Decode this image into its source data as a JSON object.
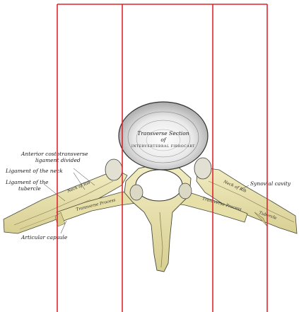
{
  "labels": {
    "anterior_costotransverse_1": "Anterior costotransverse",
    "anterior_costotransverse_2": "ligament divided",
    "ligament_of_neck": "Ligament of the neck",
    "ligament_of_tubercle_1": "Ligament of the",
    "ligament_of_tubercle_2": "tubercle",
    "articular_capsule": "Articular capsule",
    "synovial_cavity": "Synovial cavity",
    "transverse_section_1": "Transverse Section",
    "transverse_section_2": "of",
    "transverse_section_3": "INTERVERTEBRAL FIBROCART",
    "neck_of_rib_left": "Neck of Rib",
    "neck_of_rib_right": "Neck of Rib",
    "transverse_process_left": "Transverse Process",
    "transverse_process_right": "Transverse Process",
    "tubercle": "Tubercle"
  },
  "colors": {
    "bone": "#ece6b4",
    "bone_shadow": "#c9c07e",
    "disc": "#eeeeee",
    "grid_line": "#e0242c"
  }
}
